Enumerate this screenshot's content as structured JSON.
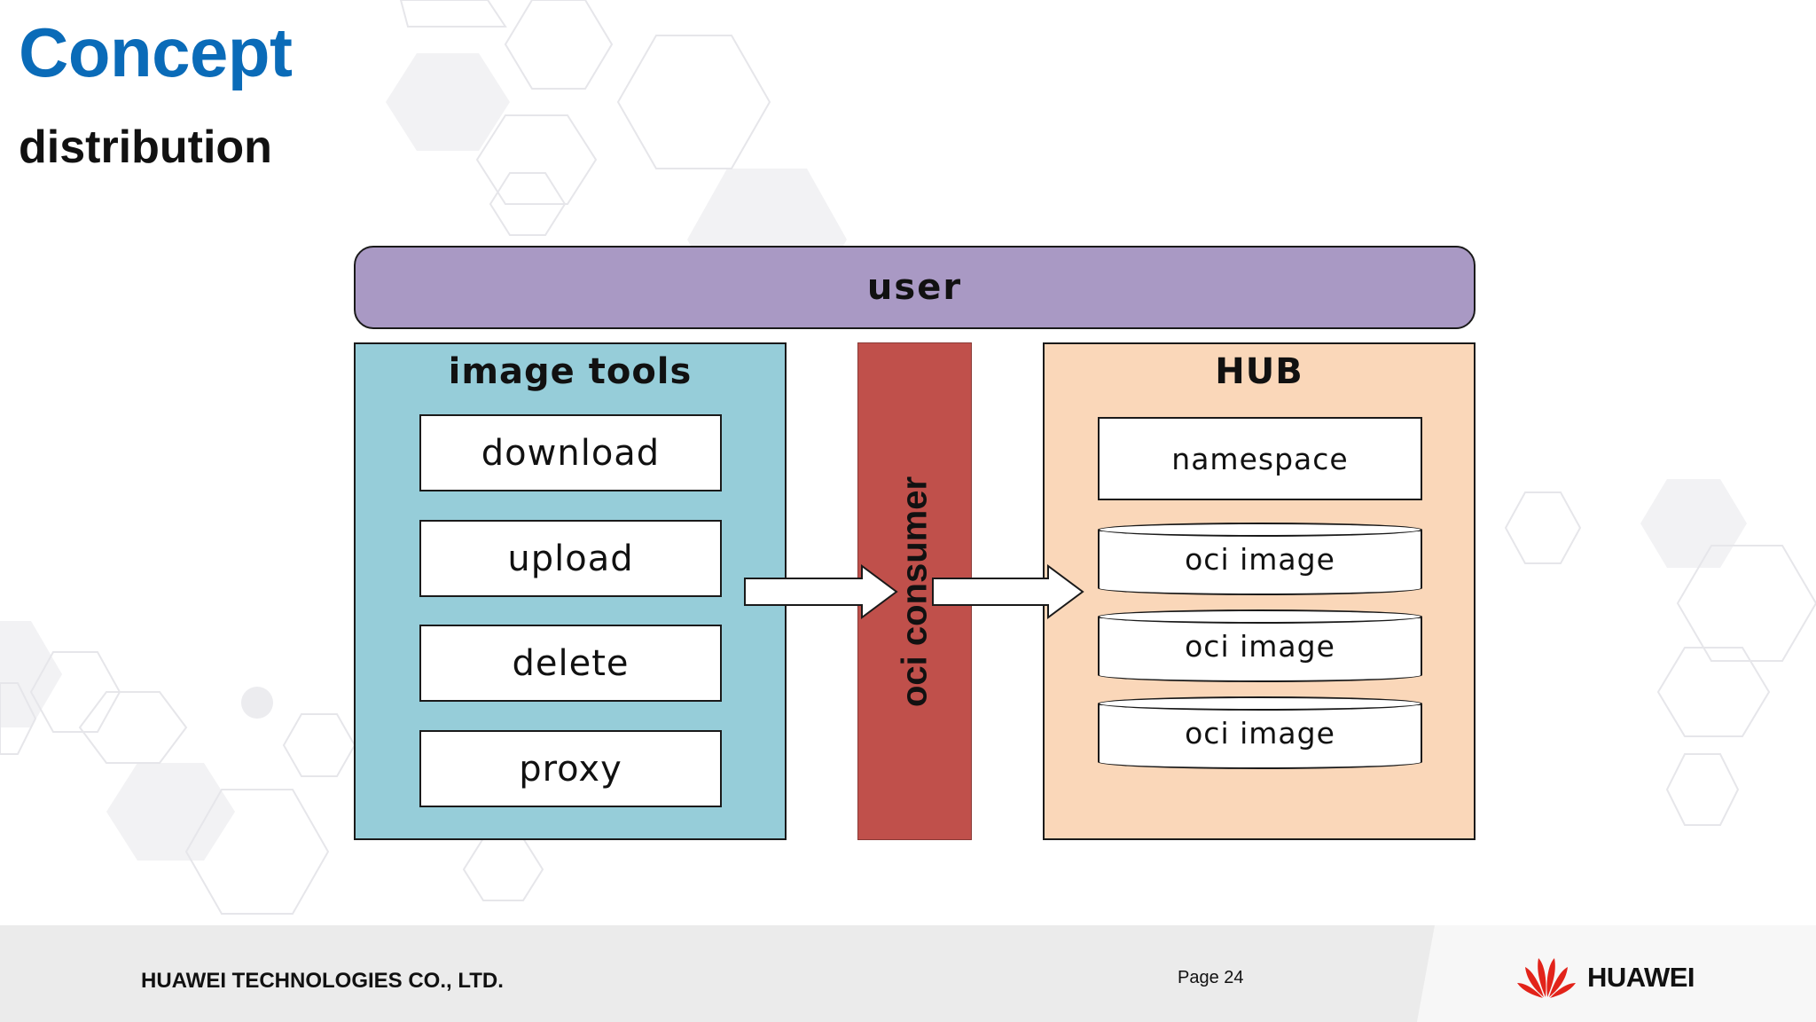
{
  "slide": {
    "title": "Concept",
    "subtitle": "distribution"
  },
  "diagram": {
    "user_label": "user",
    "image_tools": {
      "title": "image tools",
      "items": [
        "download",
        "upload",
        "delete",
        "proxy"
      ]
    },
    "oci_consumer_label": "oci consumer",
    "hub": {
      "title": "HUB",
      "namespace_label": "namespace",
      "images": [
        "oci image",
        "oci image",
        "oci image"
      ]
    }
  },
  "footer": {
    "company": "HUAWEI TECHNOLOGIES CO., LTD.",
    "page": "Page 24",
    "logo_text": "HUAWEI"
  },
  "colors": {
    "title": "#0a6bb8",
    "user_bar": "#a999c4",
    "image_tools_bg": "#96cdd9",
    "oci_consumer_bg": "#c0504b",
    "hub_bg": "#fad7b9",
    "logo_red": "#e2231a"
  }
}
